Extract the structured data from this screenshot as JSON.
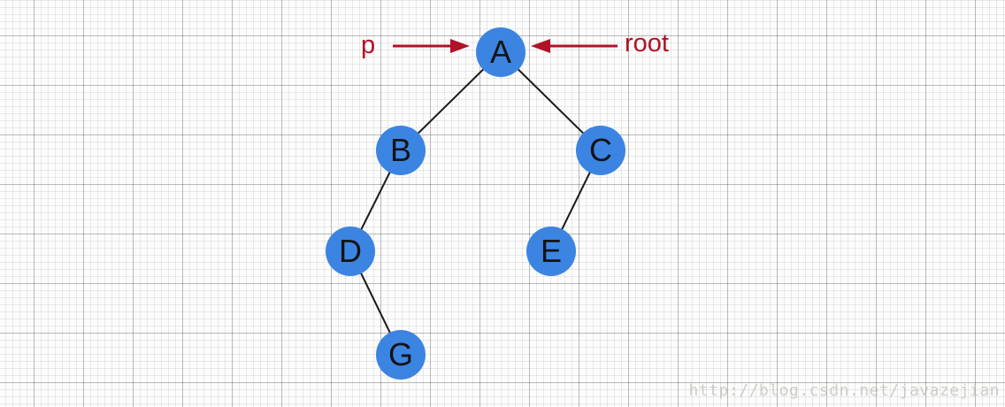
{
  "diagram": {
    "type": "binary-tree",
    "nodes": [
      {
        "id": "A",
        "label": "A",
        "parent": null,
        "side": "root"
      },
      {
        "id": "B",
        "label": "B",
        "parent": "A",
        "side": "left"
      },
      {
        "id": "C",
        "label": "C",
        "parent": "A",
        "side": "right"
      },
      {
        "id": "D",
        "label": "D",
        "parent": "B",
        "side": "left"
      },
      {
        "id": "E",
        "label": "E",
        "parent": "C",
        "side": "left"
      },
      {
        "id": "G",
        "label": "G",
        "parent": "D",
        "side": "right"
      }
    ],
    "edges": [
      {
        "from": "A",
        "to": "B"
      },
      {
        "from": "A",
        "to": "C"
      },
      {
        "from": "B",
        "to": "D"
      },
      {
        "from": "C",
        "to": "E"
      },
      {
        "from": "D",
        "to": "G"
      }
    ],
    "pointers": [
      {
        "label": "p",
        "target": "A",
        "arrow_direction": "right"
      },
      {
        "label": "root",
        "target": "A",
        "arrow_direction": "left"
      }
    ],
    "colors": {
      "node_fill": "#3c84e2",
      "node_text": "#141414",
      "edge": "#1a1a1a",
      "pointer": "#b01226",
      "grid_minor": "#ebebeb",
      "grid_major": "#c9c9c9",
      "background": "#fcfcfc"
    }
  },
  "watermark": {
    "text": "http://blog.csdn.net/javazejian"
  }
}
